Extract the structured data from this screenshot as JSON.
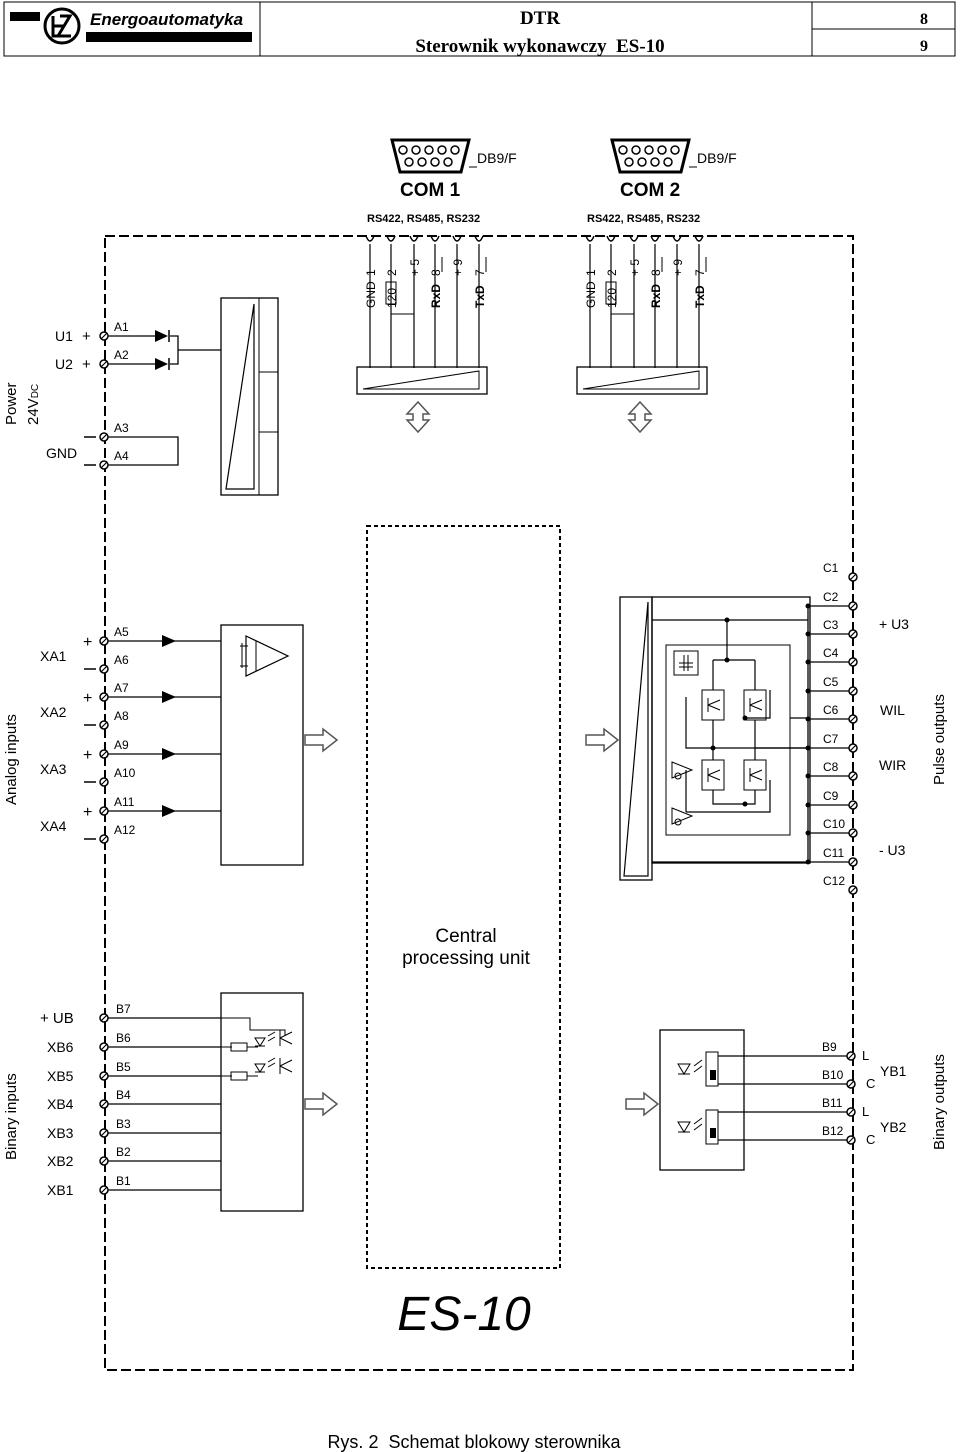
{
  "header": {
    "company": "Energoautomatyka",
    "doc_type": "DTR",
    "title": "Sterownik wykonawczy  ES-10",
    "page_top": "8",
    "page_bottom": "9"
  },
  "com1": {
    "connector": "DB9/F",
    "label": "COM 1",
    "protocols": "RS422, RS485, RS232",
    "pins": [
      "1",
      "2",
      "+ 5",
      "8",
      "+ 9",
      "7"
    ],
    "signals": [
      "GND",
      "120",
      "RxD",
      "TxD"
    ]
  },
  "com2": {
    "connector": "DB9/F",
    "label": "COM 2",
    "protocols": "RS422, RS485, RS232",
    "pins": [
      "1",
      "2",
      "+ 5",
      "8",
      "+ 9",
      "7"
    ],
    "signals": [
      "GND",
      "120",
      "RxD",
      "TxD"
    ]
  },
  "power": {
    "group_label": "Power",
    "group_sub": "24V",
    "group_sub2": "DC",
    "inputs": [
      "U1",
      "U2",
      "GND"
    ],
    "terminals": [
      "A1",
      "A2",
      "A3",
      "A4"
    ]
  },
  "analog": {
    "group_label": "Analog inputs",
    "inputs": [
      "XA1",
      "XA2",
      "XA3",
      "XA4"
    ],
    "terminals": [
      "A5",
      "A6",
      "A7",
      "A8",
      "A9",
      "A10",
      "A11",
      "A12"
    ]
  },
  "pulse": {
    "group_label": "Pulse outputs",
    "terminals": [
      "C1",
      "C2",
      "C3",
      "C4",
      "C5",
      "C6",
      "C7",
      "C8",
      "C9",
      "C10",
      "C11",
      "C12"
    ],
    "signals": [
      "+ U3",
      "WIL",
      "WIR",
      "- U3"
    ]
  },
  "cpu": {
    "line1": "Central",
    "line2": "processing unit"
  },
  "binary_in": {
    "group_label": "Binary inputs",
    "supply": "+ UB",
    "inputs": [
      "XB6",
      "XB5",
      "XB4",
      "XB3",
      "XB2",
      "XB1"
    ],
    "terminals": [
      "B7",
      "B6",
      "B5",
      "B4",
      "B3",
      "B2",
      "B1"
    ]
  },
  "binary_out": {
    "group_label": "Binary outputs",
    "terminals": [
      "B9",
      "B10",
      "B11",
      "B12"
    ],
    "contacts": [
      "L",
      "C",
      "L",
      "C"
    ],
    "outputs": [
      "YB1",
      "YB2"
    ]
  },
  "device": "ES-10",
  "caption": "Rys. 2  Schemat blokowy sterownika"
}
